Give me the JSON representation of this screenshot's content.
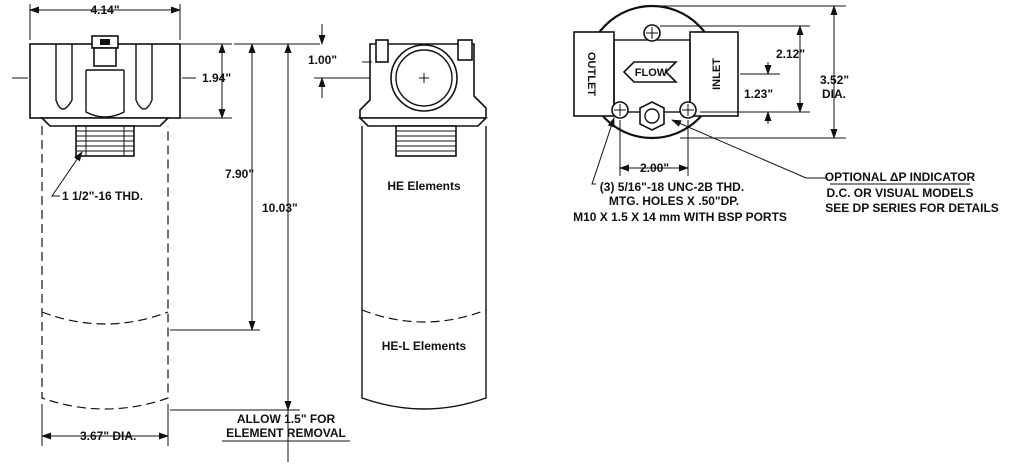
{
  "labels": {
    "width_top": "4.14\"",
    "height_head": "1.94\"",
    "inlet_offset": "1.00\"",
    "thread": "1 1/2\"-16 THD.",
    "len_he": "7.90\"",
    "len_hel": "10.03\"",
    "he_elements": "HE Elements",
    "hel_elements": "HE-L Elements",
    "allow_line1": "ALLOW 1.5\" FOR",
    "allow_line2": "ELEMENT REMOVAL",
    "bowl_dia": "3.67\" DIA.",
    "top_212": "2.12\"",
    "top_123": "1.23\"",
    "top_352": "3.52\"",
    "top_dia": "DIA.",
    "top_200": "2.00\"",
    "outlet": "OUTLET",
    "inlet": "INLET",
    "flow": "FLOW",
    "holes_line1": "(3) 5/16\"-18 UNC-2B THD.",
    "holes_line2": "MTG. HOLES X .50\"DP.",
    "holes_line3": "M10 X 1.5 X 14  mm WITH BSP PORTS",
    "indicator_title": "OPTIONAL ΔP INDICATOR",
    "indicator_line2": "D.C. OR VISUAL MODELS",
    "indicator_line3": "SEE DP SERIES FOR DETAILS"
  }
}
